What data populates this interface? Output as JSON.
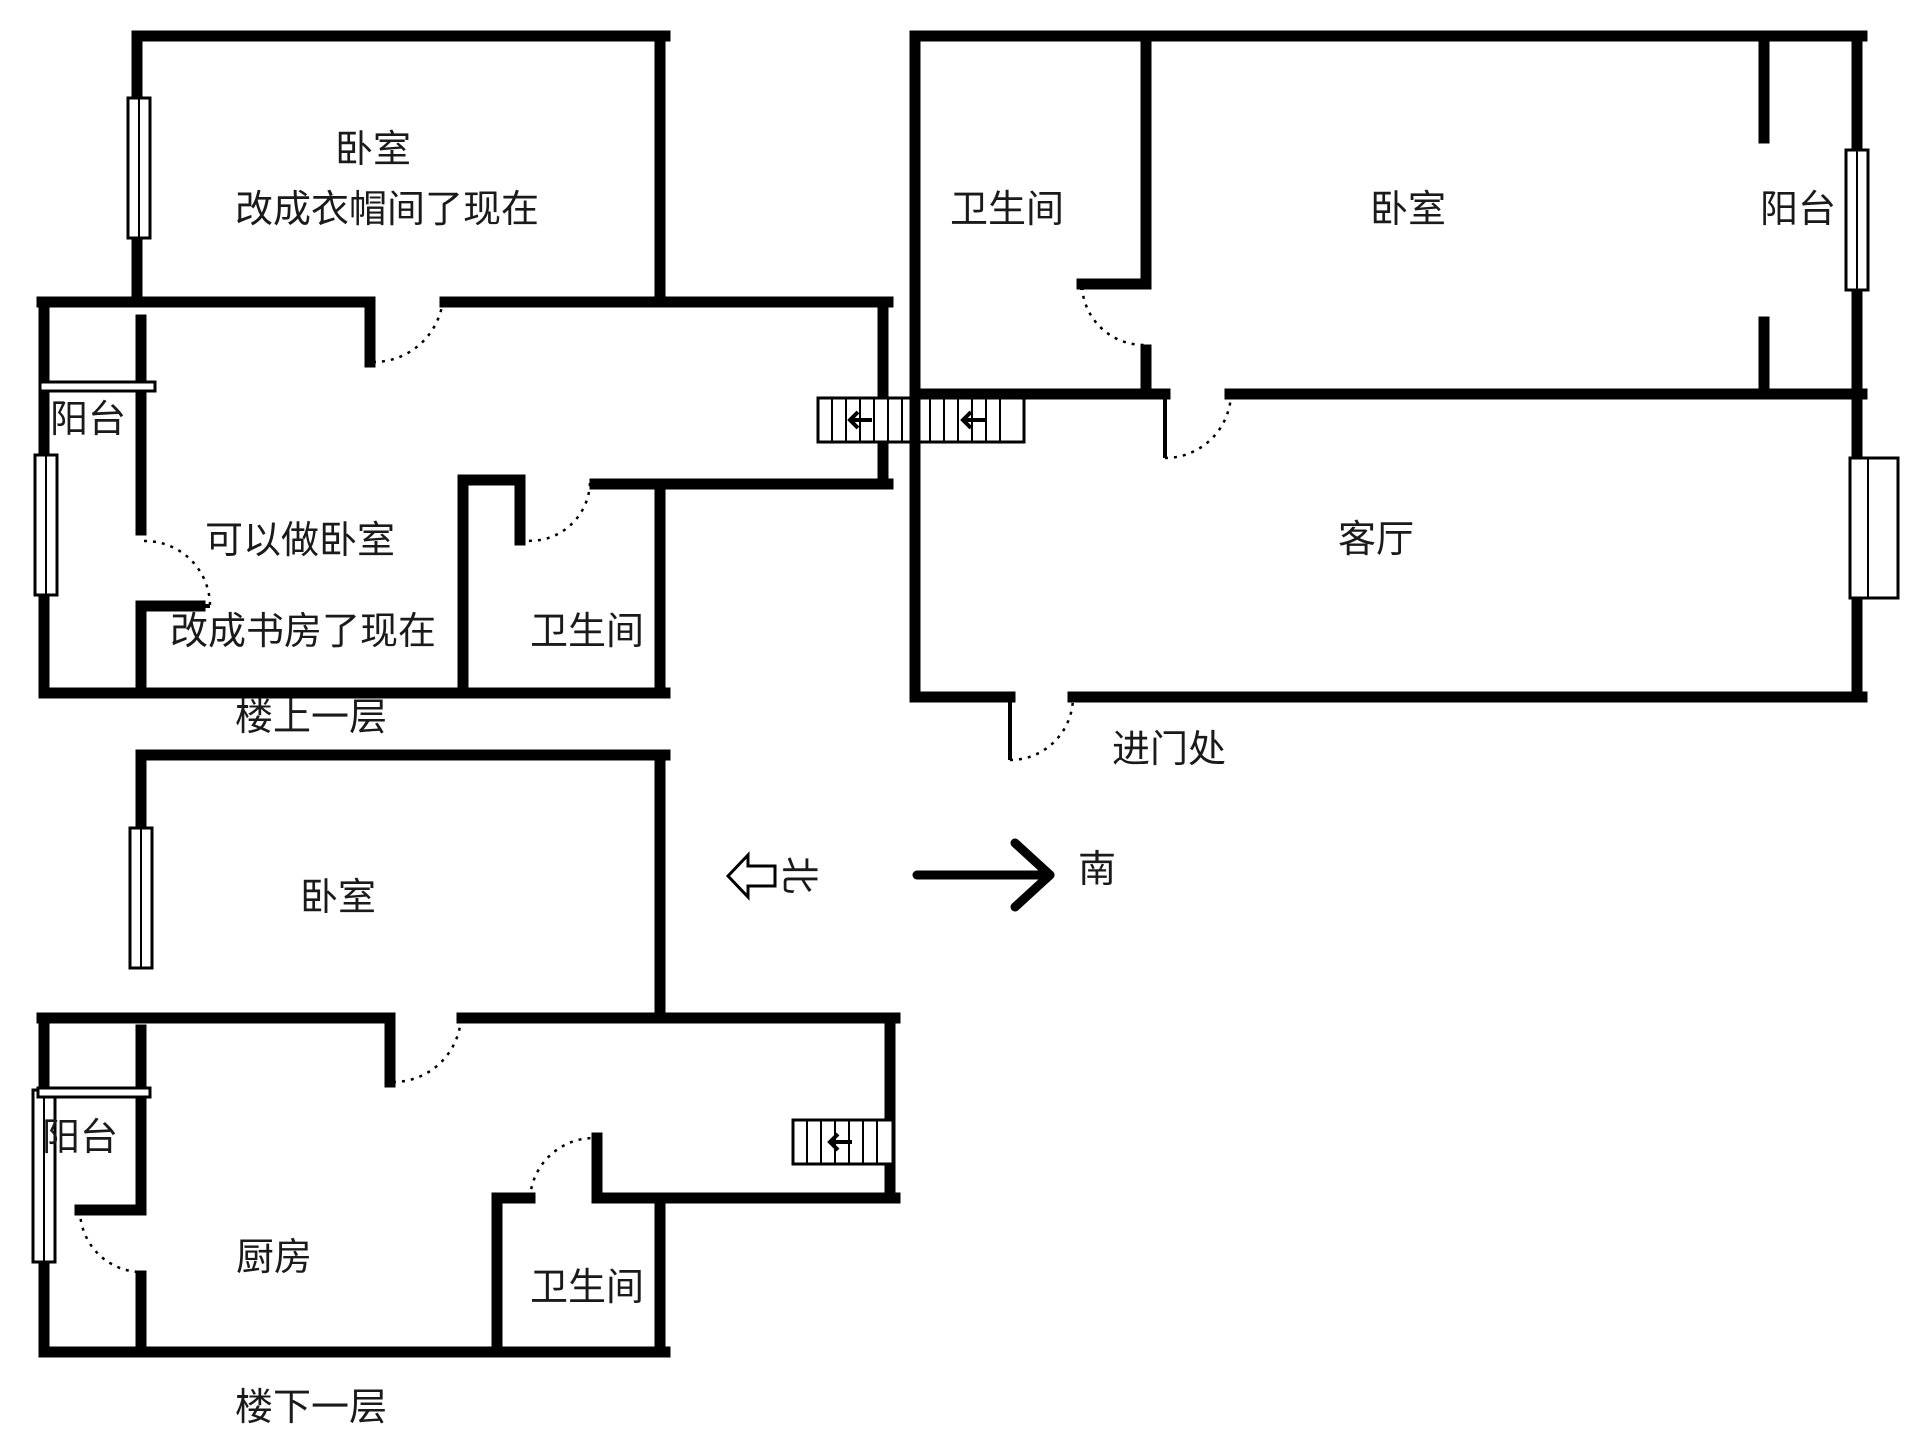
{
  "upper_floor": {
    "title": "楼上一层",
    "bedroom": "卧室",
    "bedroom_note": "改成衣帽间了现在",
    "balcony": "阳台",
    "room_option": "可以做卧室",
    "room_note": "改成书房了现在",
    "bathroom": "卫生间"
  },
  "entry_floor": {
    "bathroom": "卫生间",
    "bedroom": "卧室",
    "balcony": "阳台",
    "living_room": "客厅",
    "entrance": "进门处"
  },
  "lower_floor": {
    "title": "楼下一层",
    "bedroom": "卧室",
    "balcony": "阳台",
    "kitchen": "厨房",
    "bathroom": "卫生间"
  },
  "compass": {
    "north": "北",
    "south": "南"
  }
}
